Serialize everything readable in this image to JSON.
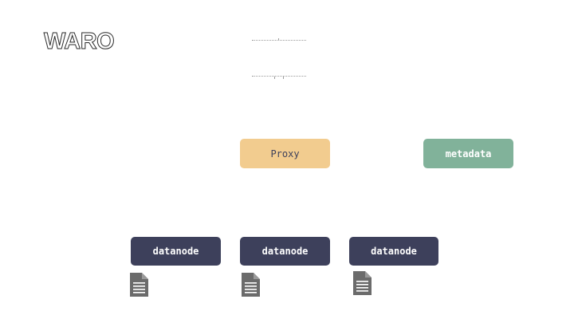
{
  "logo": {
    "text": "WARO"
  },
  "nodes": {
    "proxy": "Proxy",
    "metadata": "metadata",
    "datanodes": [
      "datanode",
      "datanode",
      "datanode"
    ]
  },
  "icons": {
    "document": "document-icon"
  },
  "colors": {
    "proxy": "#f2cc8f",
    "metadata": "#81b29a",
    "datanode": "#3d405b",
    "document": "#6b6b6b"
  }
}
